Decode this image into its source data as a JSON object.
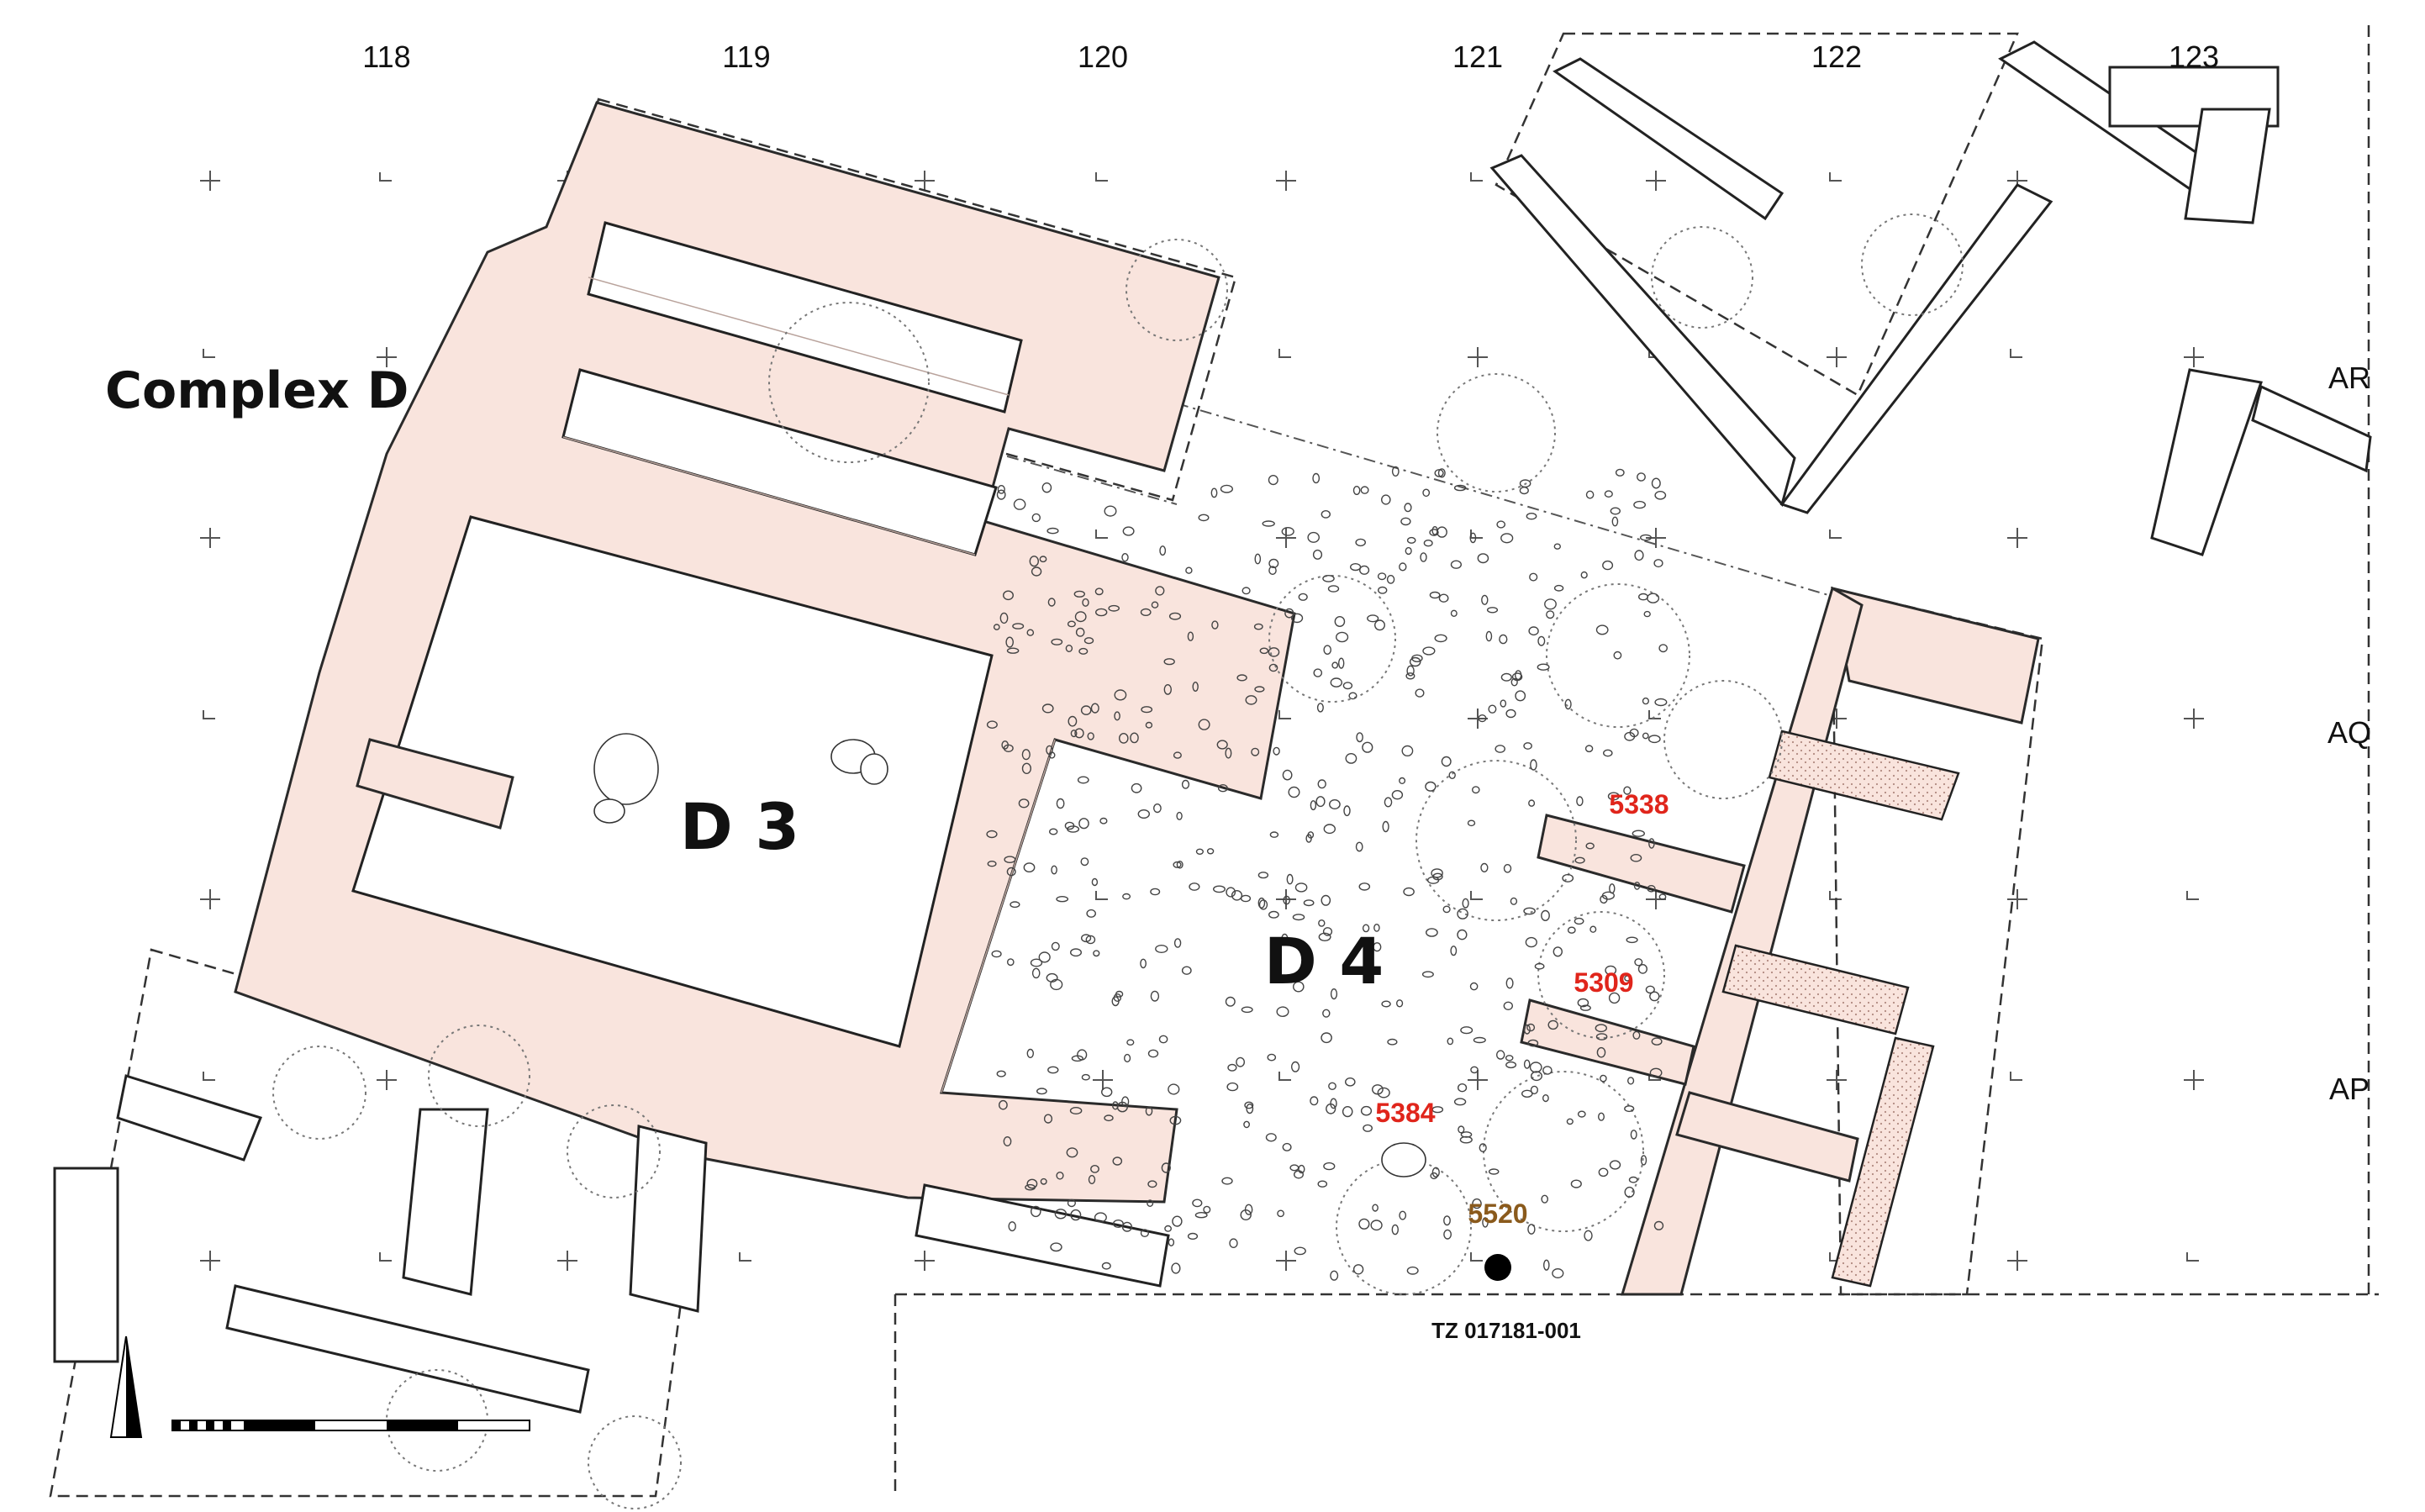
{
  "title": "Complex D",
  "grid_columns": [
    "118",
    "119",
    "120",
    "121",
    "122",
    "123"
  ],
  "grid_rows": [
    "AR",
    "AQ",
    "AP"
  ],
  "rooms": [
    "D 3",
    "D 4"
  ],
  "features": [
    {
      "label": "5338",
      "color": "#e0251b"
    },
    {
      "label": "5309",
      "color": "#e0251b"
    },
    {
      "label": "5384",
      "color": "#e0251b"
    },
    {
      "label": "5520",
      "color": "#8a5a1c"
    }
  ],
  "reference": "TZ 017181-001",
  "colors": {
    "wall_fill": "#f9e4dd",
    "line": "#222222"
  },
  "icons": [
    "north-arrow-icon",
    "scale-bar",
    "sample-point-icon"
  ]
}
